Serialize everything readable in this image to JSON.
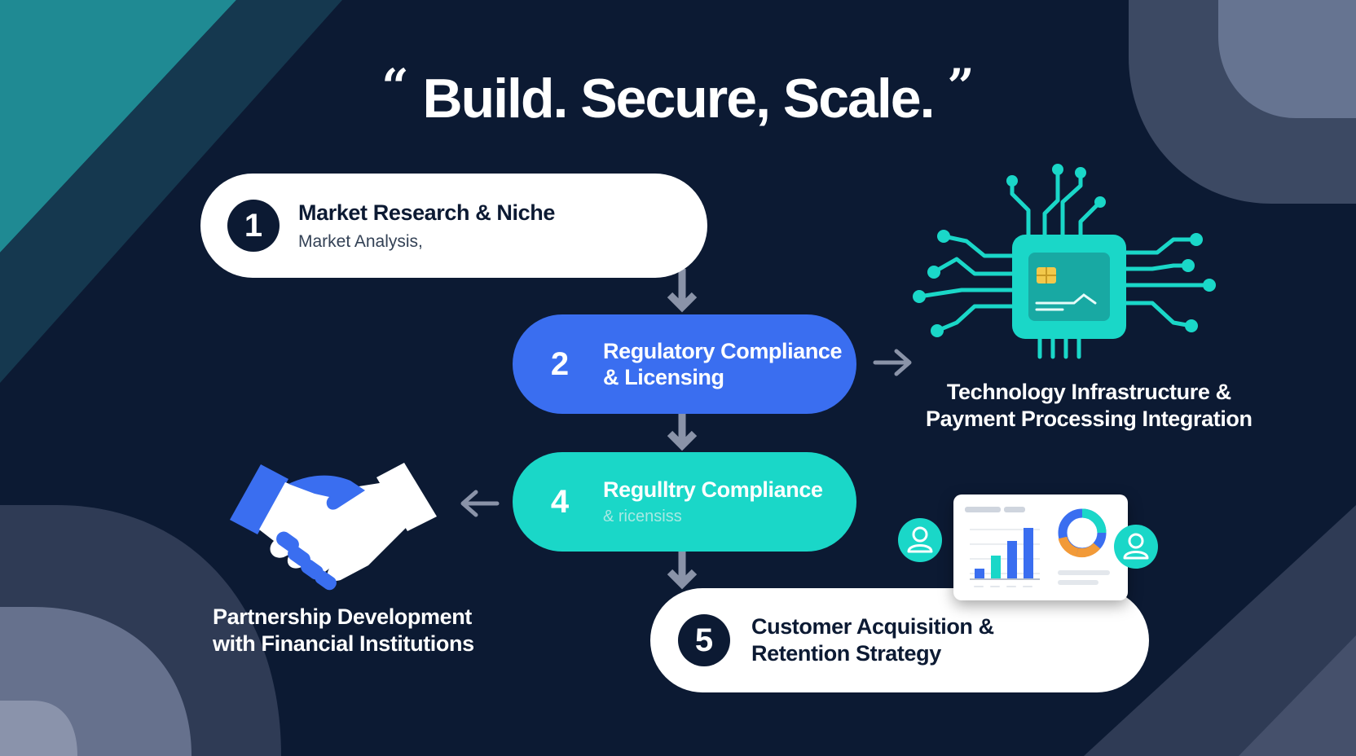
{
  "headline": {
    "open_quote": "“",
    "text": "Build. Secure, Scale.",
    "close_quote": "”"
  },
  "steps": [
    {
      "number": "1",
      "title": "Market Research & Niche",
      "subtitle": "Market Analysis,"
    },
    {
      "number": "2",
      "title_line1": "Regulatory Compliance",
      "title_line2": "& Licensing"
    },
    {
      "number": "4",
      "title": "Regulltry Compliance",
      "subtitle": "& ricensiss"
    },
    {
      "number": "5",
      "title_line1": "Customer Acquisition &",
      "title_line2": "Retention Strategy"
    }
  ],
  "side_labels": {
    "technology_line1": "Technology Infrastructure &",
    "technology_line2": "Payment Processing Integration",
    "partnership_line1": "Partnership Development",
    "partnership_line2": "with Financial Institutions"
  },
  "colors": {
    "background": "#0c1a33",
    "blue": "#3a6ef0",
    "teal": "#1ad7c8",
    "white": "#ffffff",
    "arrow": "#8a93a8"
  },
  "icons": [
    "circuit-chip-icon",
    "handshake-icon",
    "analytics-dashboard-icon",
    "user-avatar-icon"
  ]
}
